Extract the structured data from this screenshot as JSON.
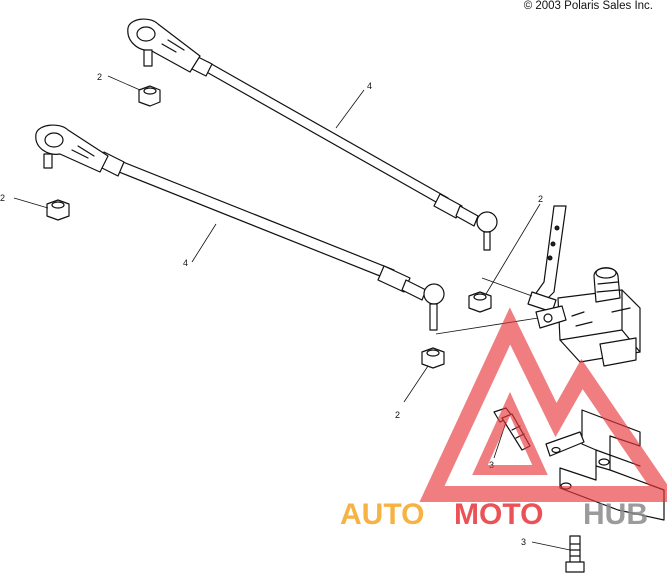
{
  "copyright": "© 2003 Polaris Sales Inc.",
  "callouts": [
    {
      "id": "c-top-rod",
      "text": "4"
    },
    {
      "id": "c-nut-upper",
      "text": "2"
    },
    {
      "id": "c-nut-left",
      "text": "2"
    },
    {
      "id": "c-rod-lower",
      "text": "4"
    },
    {
      "id": "c-nut-center",
      "text": "2"
    },
    {
      "id": "c-nut-mid",
      "text": "2"
    },
    {
      "id": "c-bolt-upper",
      "text": "3"
    },
    {
      "id": "c-bolt-lower",
      "text": "3"
    }
  ],
  "watermark": {
    "part1": "AUTO",
    "part2": "MOTO",
    "part3": "HUB",
    "color_orange": "#f5a623",
    "color_red": "#e8353a",
    "color_gray": "#8a8a8a"
  }
}
